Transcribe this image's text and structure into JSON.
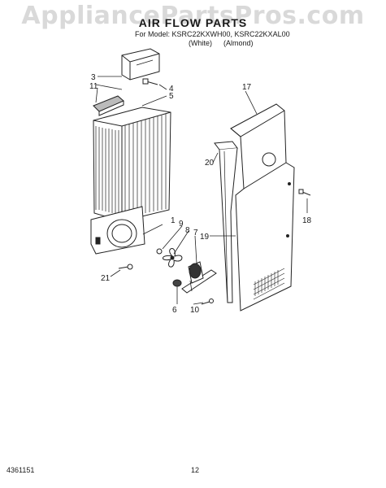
{
  "watermark": "AppliancePartsPros.com",
  "title": "AIR FLOW PARTS",
  "model_line": "For Model: KSRC22KXWH00, KSRC22KXAL00",
  "variants": [
    "(White)",
    "(Almond)"
  ],
  "callouts": [
    "1",
    "3",
    "4",
    "5",
    "6",
    "7",
    "8",
    "9",
    "10",
    "11",
    "17",
    "18",
    "19",
    "20",
    "21"
  ],
  "footer": {
    "doc_number": "4361151",
    "page": "12"
  }
}
